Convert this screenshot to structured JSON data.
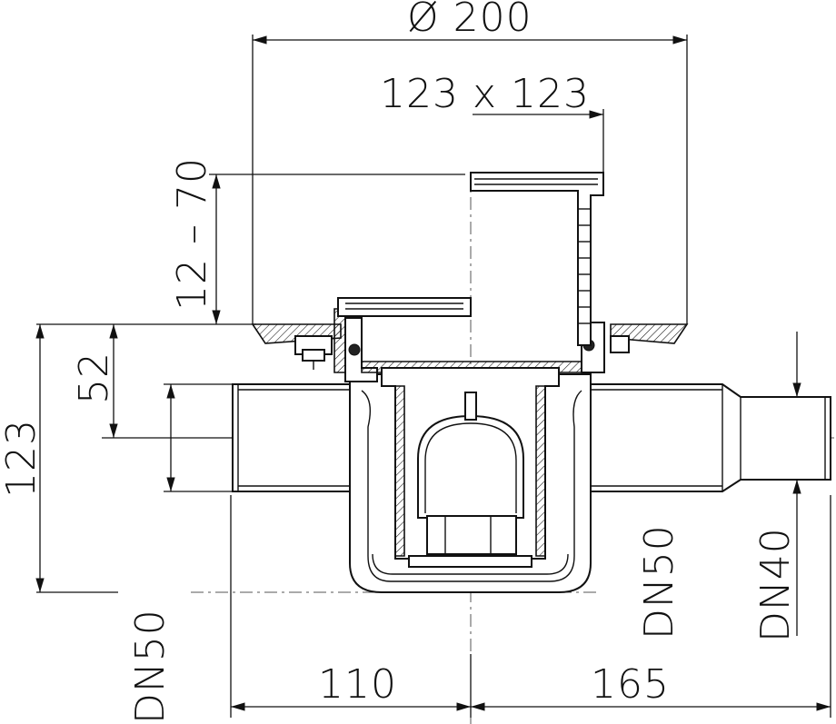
{
  "dimensions": {
    "diameter": "Ø 200",
    "grate_size": "123 x 123",
    "height_adjust": "12 – 70",
    "depth_upper": "52",
    "depth_total": "123",
    "inlet_left": "DN50",
    "outlet_right_large": "DN50",
    "outlet_right_small": "DN40",
    "offset_left": "110",
    "offset_right": "165"
  }
}
